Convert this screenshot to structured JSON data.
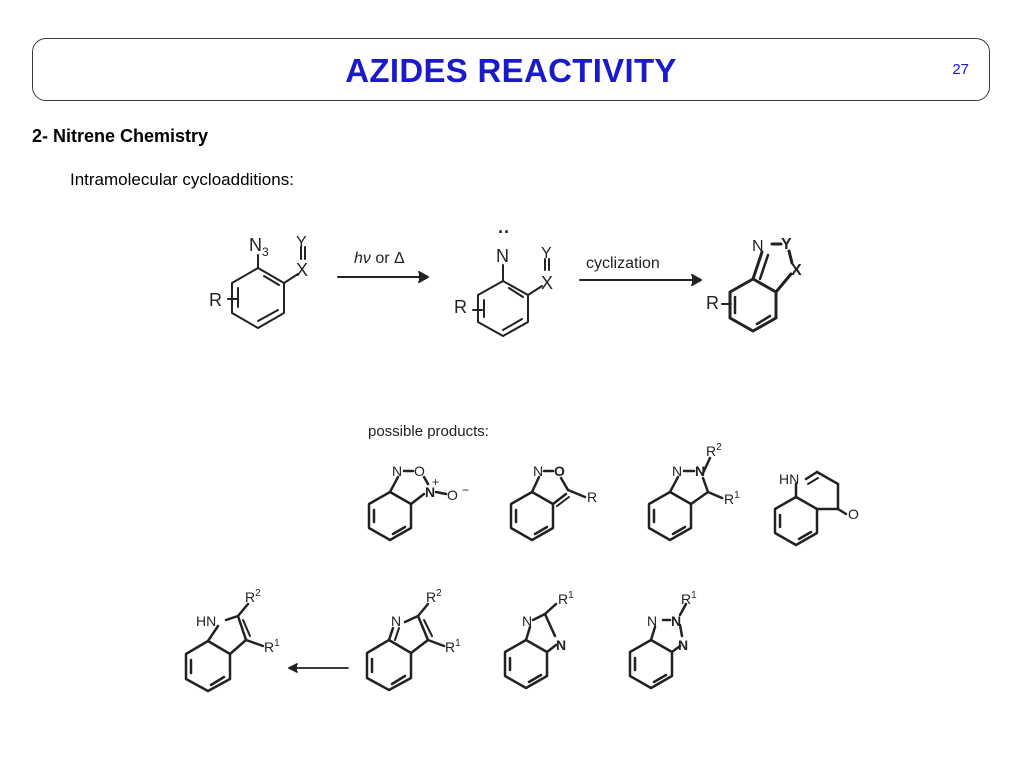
{
  "slide": {
    "title": "AZIDES REACTIVITY",
    "number": "27"
  },
  "section": {
    "heading": "2- Nitrene Chemistry",
    "subheading": "Intramolecular cycloadditions:"
  },
  "scheme": {
    "arrow1_label_italic": "hν",
    "arrow1_label_rest": " or Δ",
    "arrow2_label": "cyclization",
    "possible_products_label": "possible products:",
    "atoms": {
      "R": "R",
      "N3_N": "N",
      "N3_sub": "3",
      "X": "X",
      "Y": "Y",
      "N": "N",
      "O": "O",
      "HN": "HN",
      "plus": "+",
      "minus": "−",
      "dots": "··",
      "R1_base": "R",
      "R1_sup": "1",
      "R2_base": "R",
      "R2_sup": "2"
    }
  }
}
